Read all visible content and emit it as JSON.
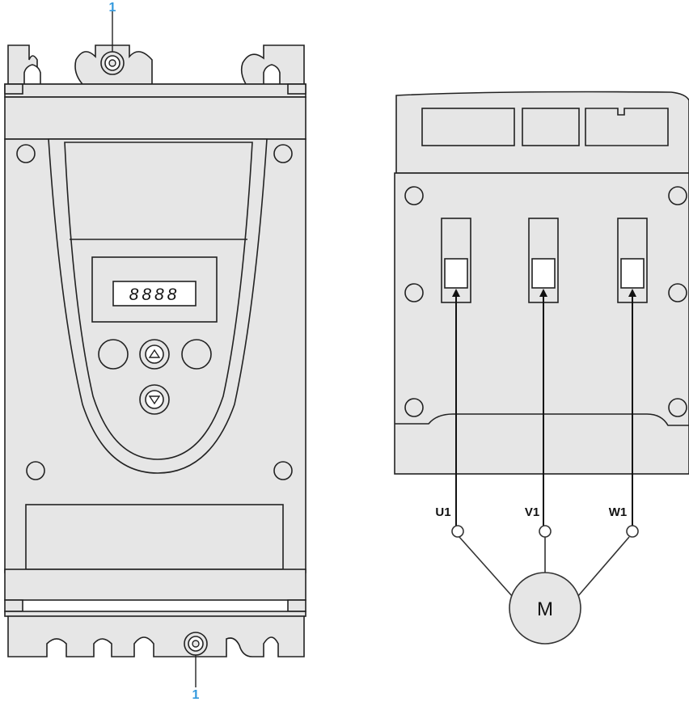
{
  "diagram": {
    "callout_top": "1",
    "callout_bottom": "1",
    "display_readout": "8888",
    "terminals": {
      "u": "U1",
      "v": "V1",
      "w": "W1"
    },
    "motor_label": "M"
  },
  "colors": {
    "callout": "#3399dd",
    "device_fill": "#e6e6e6",
    "outline": "#222222",
    "wire": "#111111",
    "background": "#ffffff"
  }
}
